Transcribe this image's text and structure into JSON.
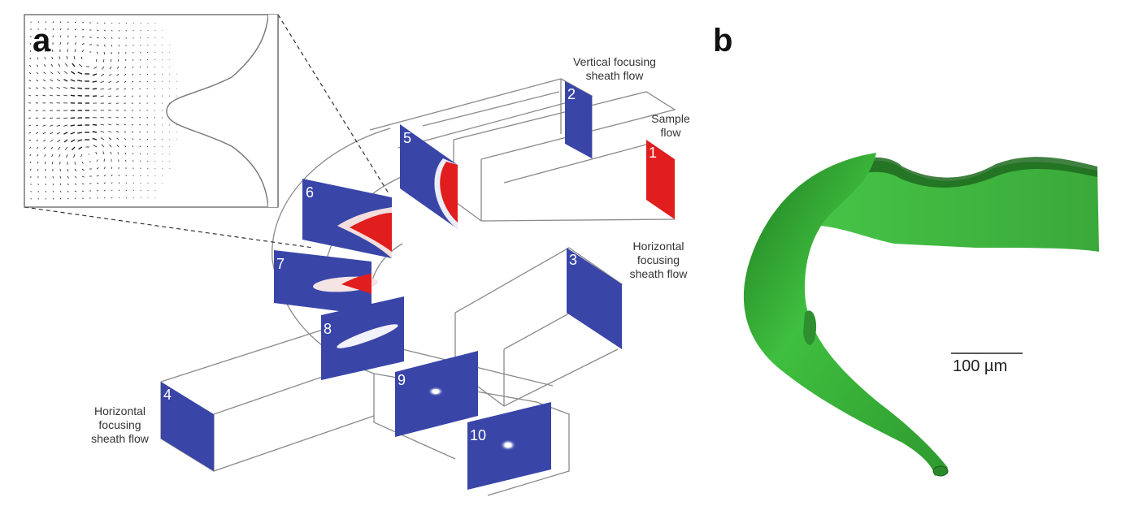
{
  "panels": {
    "a": "a",
    "b": "b"
  },
  "labels": {
    "vertical_sheath": "Vertical focusing\nsheath flow",
    "sample_flow": "Sample\nflow",
    "horizontal_sheath_right": "Horizontal\nfocusing\nsheath flow",
    "horizontal_sheath_left": "Horizontal\nfocusing\nsheath flow"
  },
  "cross_sections": [
    "1",
    "2",
    "3",
    "4",
    "5",
    "6",
    "7",
    "8",
    "9",
    "10"
  ],
  "scale_bar": "100 µm",
  "colors": {
    "channel_blue": "#3a45a8",
    "sample_red": "#e11d1d",
    "structure_green": "#3cbd3c",
    "outline": "#777777"
  }
}
